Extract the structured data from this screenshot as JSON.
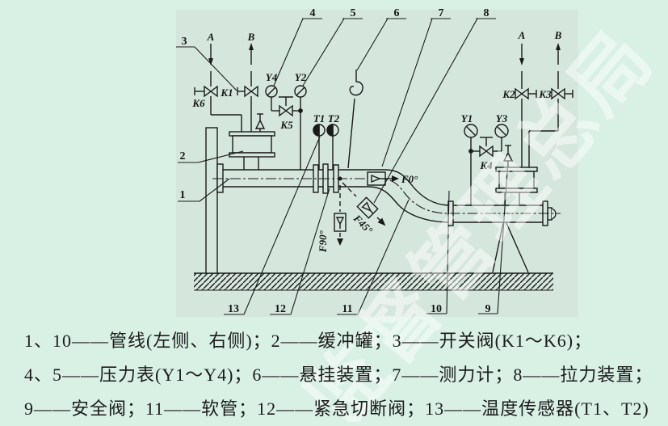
{
  "watermark": {
    "text": "监督管理总局"
  },
  "caption": {
    "line1": "1、10——管线(左侧、右侧)；2——缓冲罐；3——开关阀(K1～K6)；",
    "line2": "4、5——压力表(Y1～Y4)；6——悬挂装置；7——测力计；8——拉力装置；",
    "line3": "9——安全阀；11——软管；12——紧急切断阀；13——温度传感器(T1、T2)"
  },
  "diagram": {
    "callouts": {
      "n1": "1",
      "n2": "2",
      "n3": "3",
      "n4": "4",
      "n5": "5",
      "n6": "6",
      "n7": "7",
      "n8": "8",
      "n9": "9",
      "n10": "10",
      "n11": "11",
      "n12": "12",
      "n13": "13"
    },
    "labels": {
      "a_left": "A",
      "b_left": "B",
      "k6": "K6",
      "k1": "K1",
      "y4": "Y4",
      "y2": "Y2",
      "k5": "K5",
      "t1": "T1",
      "t2": "T2",
      "a_right": "A",
      "b_right": "B",
      "k2": "K2",
      "k3": "K3",
      "y1": "Y1",
      "y3": "Y3",
      "k4": "K4"
    },
    "directions": {
      "f0": "F0°",
      "f45": "F45°",
      "f90": "F90°"
    }
  },
  "colors": {
    "page_background": "#d9f0e5",
    "diagram_background": "#d5e7dd",
    "line": "#1a1a1a",
    "watermark": "#ffffff"
  }
}
